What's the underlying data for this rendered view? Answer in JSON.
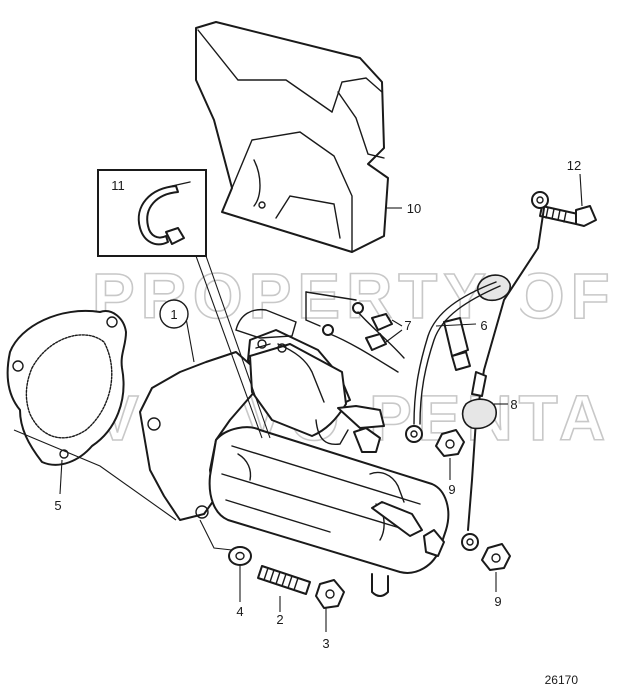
{
  "diagram": {
    "reference_number": "26170",
    "watermark_lines": [
      "PROPERTY OF",
      "VOLVO PENTA"
    ],
    "callouts": [
      "1",
      "2",
      "3",
      "4",
      "5",
      "6",
      "7",
      "8",
      "9",
      "9",
      "10",
      "11",
      "12"
    ],
    "colors": {
      "line": "#1a1a1a",
      "fill": "#ffffff",
      "watermark": "#c8c8c8",
      "shade": "#e6e6e6"
    }
  }
}
